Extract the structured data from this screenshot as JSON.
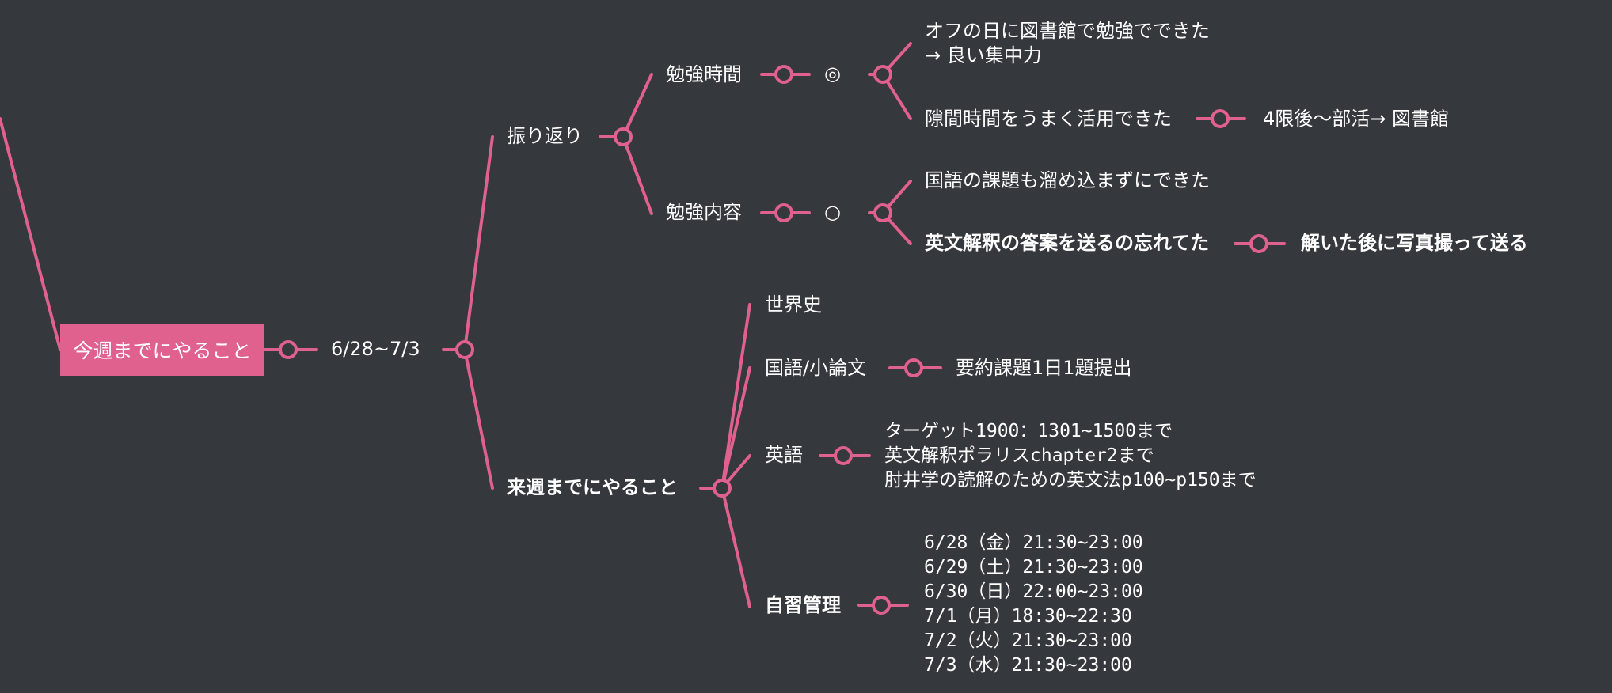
{
  "colors": {
    "background": "#35383c",
    "accent": "#e0608e",
    "text": "#ffffff"
  },
  "root": {
    "label": "今週までにやること"
  },
  "period": {
    "label": "6/28~7/3"
  },
  "review": {
    "label": "振り返り",
    "study_time": {
      "label": "勉強時間",
      "mark": "◎",
      "points": [
        "オフの日に図書館で勉強でできた\n→ 良い集中力",
        "隙間時間をうまく活用できた"
      ],
      "gap_detail": "4限後〜部活→ 図書館"
    },
    "study_content": {
      "label": "勉強内容",
      "mark": "○",
      "points": [
        "国語の課題も溜め込まずにできた",
        "英文解釈の答案を送るの忘れてた"
      ],
      "fix": "解いた後に写真撮って送る"
    }
  },
  "next_week": {
    "label": "来週までにやること",
    "world_history": {
      "label": "世界史"
    },
    "japanese": {
      "label": "国語/小論文",
      "task": "要約課題1日1題提出"
    },
    "english": {
      "label": "英語",
      "tasks": "ターゲット1900：1301~1500まで\n英文解釈ポラリスchapter2まで\n肘井学の読解のための英文法p100~p150まで"
    },
    "self_study": {
      "label": "自習管理",
      "schedule": "6/28（金）21:30~23:00\n6/29（土）21:30~23:00\n6/30（日）22:00~23:00\n7/1（月）18:30~22:30\n7/2（火）21:30~23:00\n7/3（水）21:30~23:00"
    }
  }
}
